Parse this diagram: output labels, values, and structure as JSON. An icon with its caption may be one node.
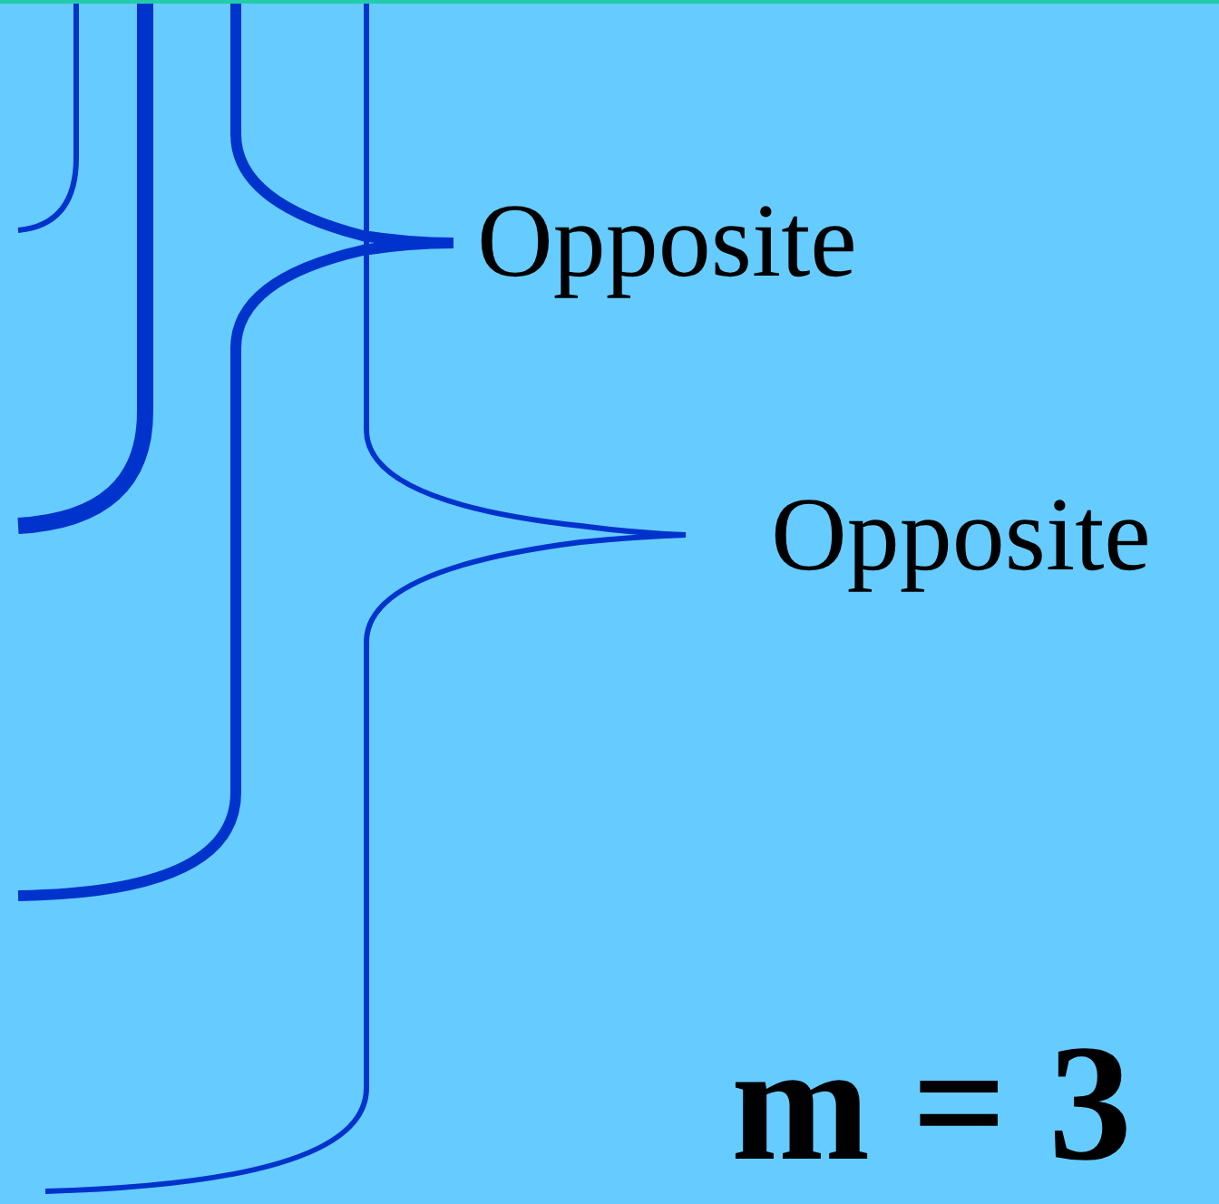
{
  "diagram": {
    "labels": [
      "Opposite",
      "Opposite",
      "m = 3"
    ]
  }
}
